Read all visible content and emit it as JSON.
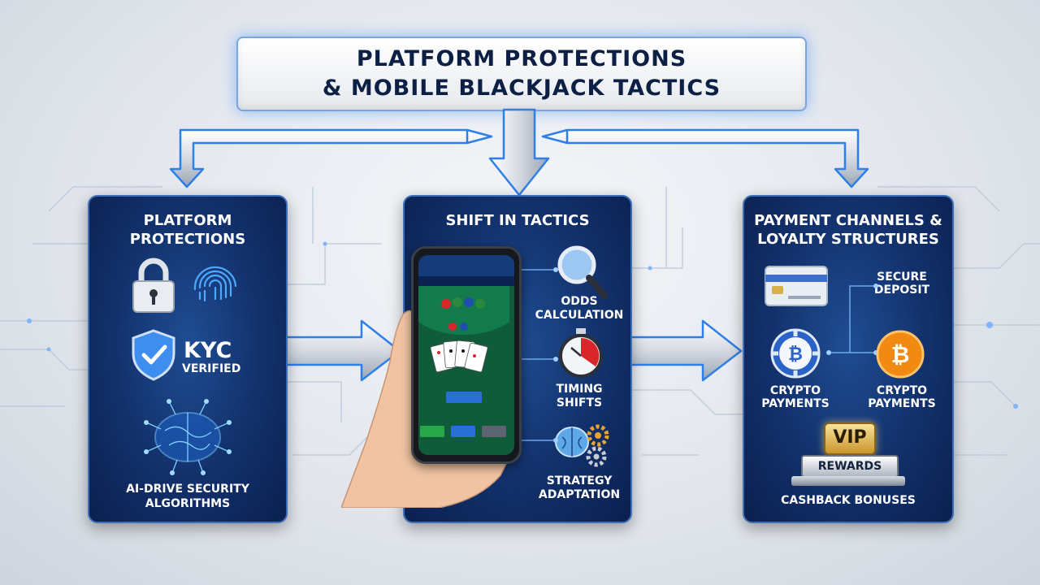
{
  "title": {
    "line1": "PLATFORM PROTECTIONS",
    "line2": "& MOBILE BLACKJACK TACTICS"
  },
  "panels": {
    "left": {
      "title_line1": "PLATFORM",
      "title_line2": "PROTECTIONS",
      "kyc_main": "KYC",
      "kyc_sub": "VERIFIED",
      "ai_line1": "AI-DRIVE SECURITY",
      "ai_line2": "ALGORITHMS"
    },
    "center": {
      "title": "SHIFT IN TACTICS",
      "items": [
        {
          "line1": "ODDS",
          "line2": "CALCULATION"
        },
        {
          "line1": "TIMING",
          "line2": "SHIFTS"
        },
        {
          "line1": "STRATEGY",
          "line2": "ADAPTATION"
        }
      ]
    },
    "right": {
      "title_line1": "PAYMENT CHANNELS &",
      "title_line2": "LOYALTY STRUCTURES",
      "secure_line1": "SECURE",
      "secure_line2": "DEPOSIT",
      "crypto_left_line1": "CRYPTO",
      "crypto_left_line2": "PAYMENTS",
      "crypto_right_line1": "CRYPTO",
      "crypto_right_line2": "PAYMENTS",
      "vip": "VIP",
      "rewards": "REWARDS",
      "cashback": "CASHBACK BONUSES"
    }
  },
  "icons": [
    "padlock-icon",
    "fingerprint-icon",
    "shield-check-icon",
    "ai-brain-icon",
    "magnifier-icon",
    "stopwatch-icon",
    "brain-gears-icon",
    "credit-card-icon",
    "bitcoin-chip-icon",
    "bitcoin-coin-icon",
    "vip-podium-icon"
  ],
  "colors": {
    "panel": "#12306a",
    "accent": "#3d8cff",
    "title_text": "#0c1f44",
    "bitcoin_orange": "#f08a12"
  }
}
